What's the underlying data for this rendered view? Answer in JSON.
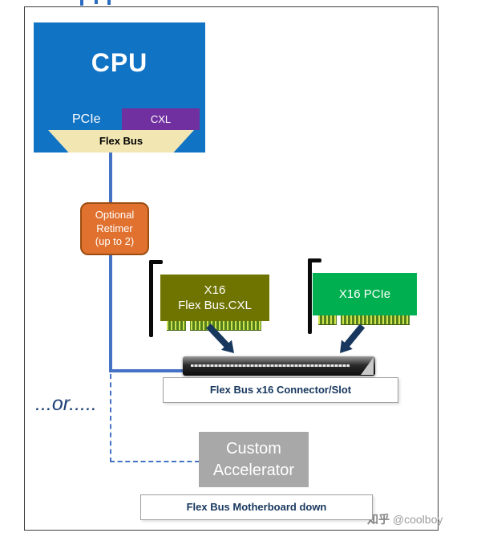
{
  "cpu": {
    "title": "CPU",
    "pcie": "PCIe",
    "cxl": "CXL",
    "flex_bus": "Flex Bus"
  },
  "retimer": {
    "line1": "Optional",
    "line2": "Retimer",
    "line3": "(up to 2)"
  },
  "cards": {
    "cxl_card": {
      "line1": "X16",
      "line2": "Flex Bus.CXL"
    },
    "pcie_card": {
      "label": "X16 PCIe"
    }
  },
  "connector_slot": {
    "label": "Flex Bus x16 Connector/Slot"
  },
  "or_text": "...or.....",
  "accelerator": {
    "line1": "Custom",
    "line2": "Accelerator"
  },
  "motherboard": {
    "label": "Flex Bus Motherboard down"
  },
  "watermark": {
    "brand": "知乎",
    "user": " @coolboy"
  },
  "colors": {
    "cpu_blue": "#1173C4",
    "cxl_purple": "#7030A0",
    "flexbus_tan": "#F2E7B3",
    "retimer_orange": "#E0712F",
    "card_olive": "#6F7400",
    "card_green": "#00B050",
    "line_blue": "#4472C4",
    "navy_text": "#17375E",
    "accelerator_gray": "#A8A8A8"
  }
}
